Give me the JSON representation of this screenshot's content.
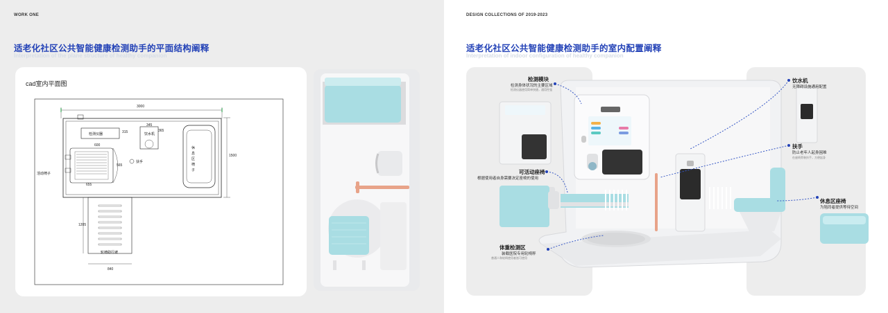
{
  "left": {
    "tag": "WORK ONE",
    "title": "适老化社区公共智能健康检测助手的平面结构阐释",
    "subtitle": "Interpretation of the plane structure of healthy companion",
    "cad_title": "cad室内平面图",
    "cad": {
      "dim_width": "3000",
      "dim_height": "1500",
      "dim_345": "345",
      "dim_365": "365",
      "dim_315": "315",
      "dim_600": "600",
      "dim_565": "565",
      "dim_655": "655",
      "dim_1205": "1205",
      "dim_840": "840",
      "label_instrument": "检测仪器",
      "label_water": "饮水机",
      "label_rest": "休息区椅子",
      "label_handrail": "扶手",
      "label_movable": "活动椅子",
      "label_wheelchair": "轮椅助行坡"
    }
  },
  "right": {
    "tag": "DESIGN COLLECTIONS OF 2019-2023",
    "title": "适老化社区公共智能健康检测助手的室内配置阐释",
    "subtitle": "Interpretation of indoor configuration of healthy companion",
    "callouts": {
      "detection": {
        "title": "检测模块",
        "desc": "检测身体状况的主要区域",
        "sub": "检测仪器使用简单快捷，通用性强"
      },
      "seat": {
        "title": "可活动座椅",
        "desc": "根据使用者自身需要决定座椅的使用"
      },
      "weight": {
        "title": "体重检测区",
        "desc": "装载医院专用轮椅秤",
        "sub": "普通人和轮椅使用者皆可使用"
      },
      "water": {
        "title": "饮水机",
        "desc": "无障碍设施通用配置"
      },
      "handrail": {
        "title": "扶手",
        "desc": "防止老年人起身困难",
        "sub": "在座椅旁装扶手，方便起身"
      },
      "rest": {
        "title": "休息区座椅",
        "desc": "为陪同者提供等待空间"
      }
    }
  },
  "colors": {
    "accent": "#2342b7",
    "teal": "#a9dde3",
    "handrail": "#e8a389",
    "dashline": "#3556c4"
  }
}
